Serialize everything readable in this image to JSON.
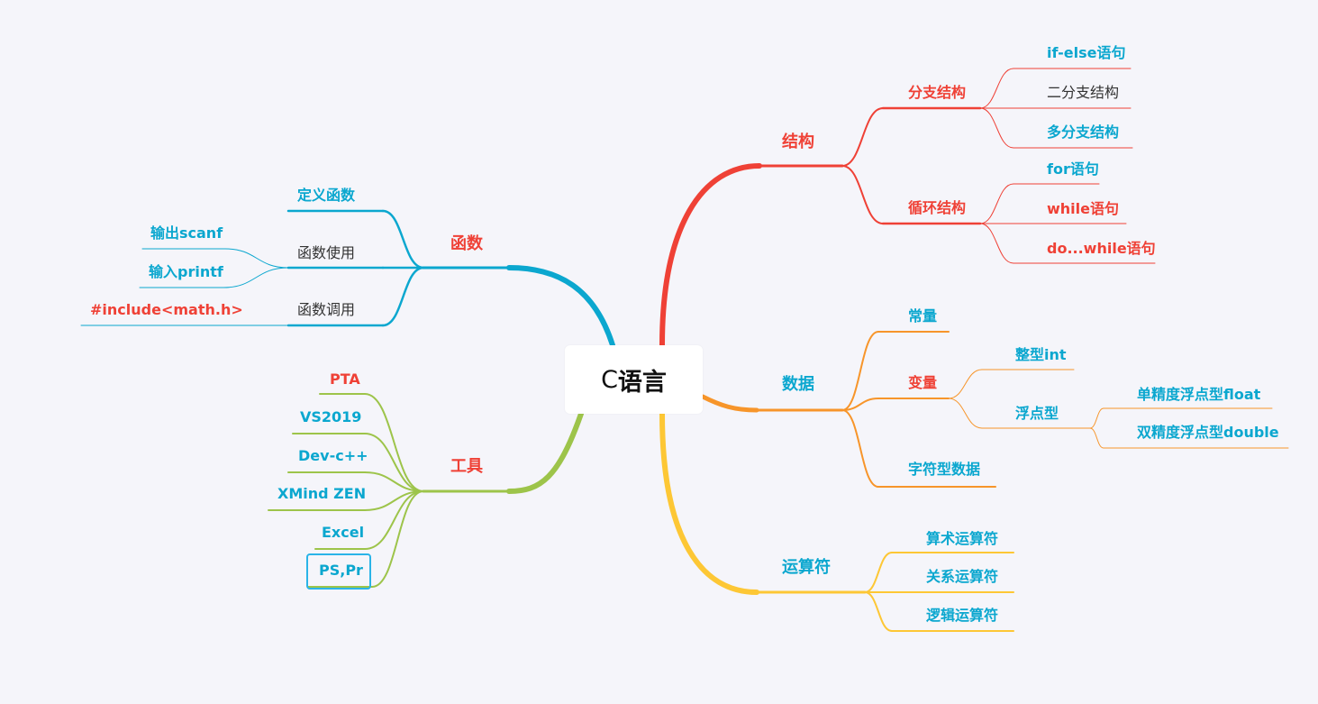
{
  "colors": {
    "red": "#ef4136",
    "blue": "#0ba7cf",
    "orange": "#f7952a",
    "yellow": "#fdc735",
    "green": "#9dc44a",
    "dark": "#333333",
    "background": "#f5f5fa",
    "selection": "#2ab4e8"
  },
  "root": {
    "prefix": "C",
    "title": "语言"
  },
  "structure": {
    "label": "结构",
    "branch": {
      "label": "分支结构",
      "children": [
        "if-else语句",
        "二分支结构",
        "多分支结构"
      ]
    },
    "loop": {
      "label": "循环结构",
      "children": [
        "for语句",
        "while语句",
        "do...while语句"
      ]
    }
  },
  "data": {
    "label": "数据",
    "constant": "常量",
    "variable": {
      "label": "变量",
      "int": "整型int",
      "float": {
        "label": "浮点型",
        "children": [
          "单精度浮点型float",
          "双精度浮点型double"
        ]
      }
    },
    "char": "字符型数据"
  },
  "operators": {
    "label": "运算符",
    "children": [
      "算术运算符",
      "关系运算符",
      "逻辑运算符"
    ]
  },
  "functions": {
    "label": "函数",
    "define": "定义函数",
    "use": {
      "label": "函数使用",
      "children": [
        "输出scanf",
        "输入printf"
      ]
    },
    "call": {
      "label": "函数调用",
      "children": [
        "#include<math.h>"
      ]
    }
  },
  "tools": {
    "label": "工具",
    "children": [
      "PTA",
      "VS2019",
      "Dev-c++",
      "XMind ZEN",
      "Excel",
      "PS,Pr"
    ]
  }
}
